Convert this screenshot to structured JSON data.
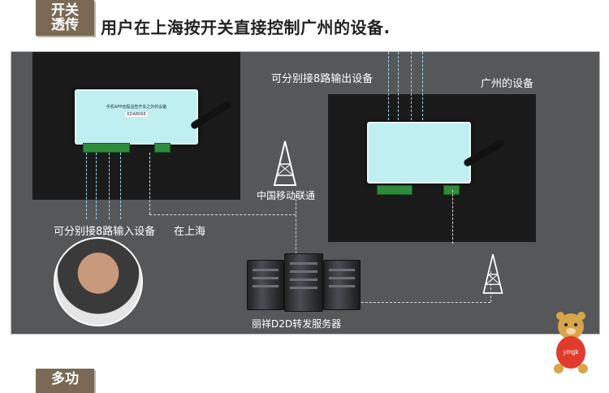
{
  "header": {
    "badge_line1": "开关",
    "badge_line2": "透传",
    "title": "用户在上海按开关直接控制广州的设备."
  },
  "diagram": {
    "label_outputs": "可分别接8路输出设备",
    "label_guangzhou": "广州的设备",
    "label_inputs": "可分别接8路输入设备",
    "label_shanghai": "在上海",
    "label_tower": "中国移动联通",
    "label_server": "丽祥D2D转发服务器",
    "device_tag_title": "手机APP远程遥控开关之外的设备",
    "device_tag_model": "KDA8068",
    "mascot_text": "ymgk"
  },
  "footer": {
    "badge_line1": "多功"
  },
  "colors": {
    "badge": "#7a6a55",
    "panel": "#555759",
    "device": "#bfeff0",
    "terminal": "#2e8b3a"
  }
}
